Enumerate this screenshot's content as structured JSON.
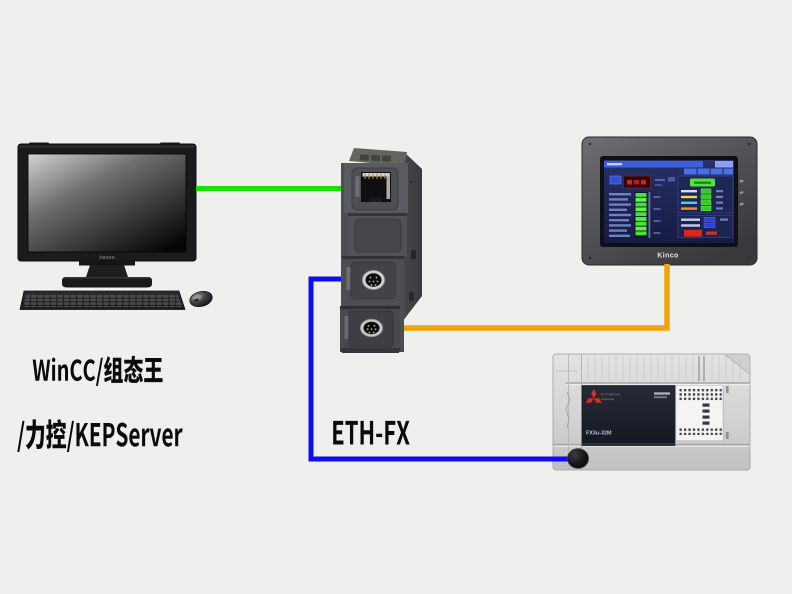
{
  "canvas": {
    "background": "#efefee"
  },
  "labels": {
    "software_line1": "WinCC/组态王",
    "software_line2": "/力控/KEPServer",
    "module": "ETH-FX"
  },
  "devices": {
    "pc": {
      "type": "desktop computer",
      "brand": "hasee"
    },
    "module": {
      "type": "ethernet-serial converter",
      "model": "ETH-FX"
    },
    "hmi": {
      "type": "touch panel HMI",
      "brand": "Kinco"
    },
    "plc": {
      "type": "PLC controller",
      "brand": "MITSUBISHI",
      "model": "FX3u-32M"
    }
  },
  "connections": [
    {
      "from": "pc",
      "to": "module",
      "cable": "ethernet",
      "color": "#1be103"
    },
    {
      "from": "module",
      "to": "plc",
      "cable": "serial",
      "color": "#0d0ded"
    },
    {
      "from": "module",
      "to": "hmi",
      "cable": "serial",
      "color": "#f3a40d"
    }
  ]
}
